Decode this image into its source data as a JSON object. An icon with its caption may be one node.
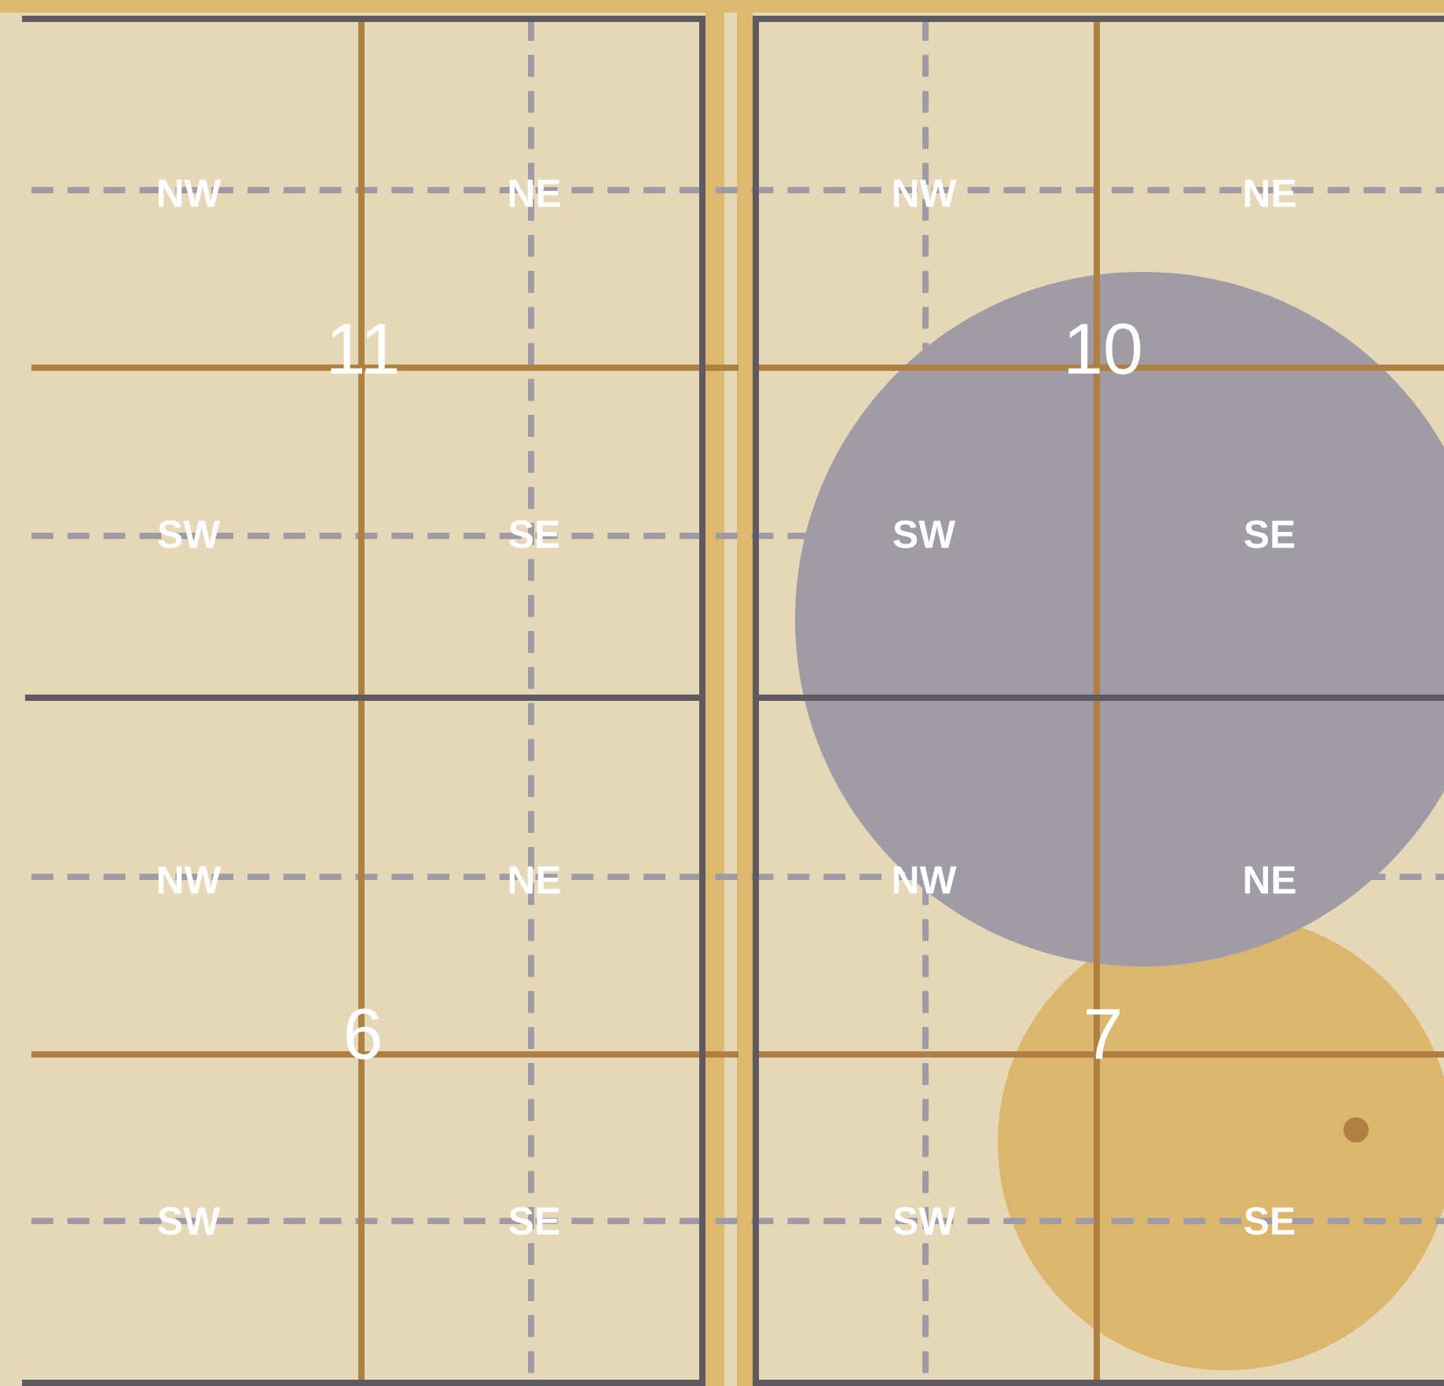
{
  "diagram": {
    "labels": [
      "NW",
      "NE",
      "NW",
      "NE",
      "11",
      "10",
      "SW",
      "SE",
      "SW",
      "SE",
      "NW",
      "NE",
      "NW",
      "NE",
      "6",
      "7",
      "SW",
      "SE",
      "SW",
      "SE"
    ]
  }
}
